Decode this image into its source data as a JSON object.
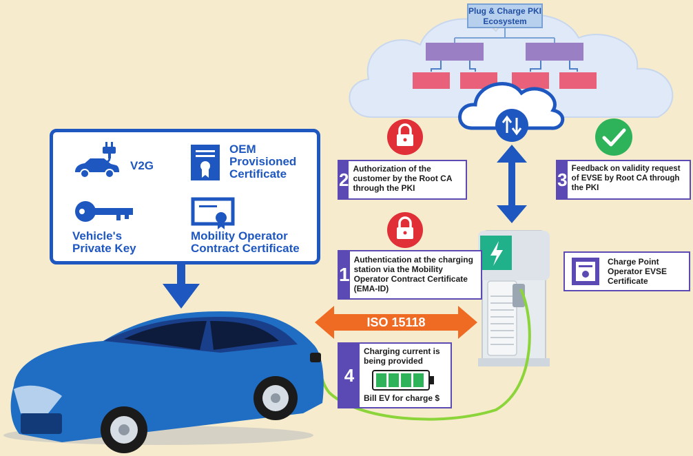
{
  "cloud": {
    "title": "Plug & Charge PKI Ecosystem"
  },
  "vehicle_box": {
    "items": [
      {
        "label": "V2G",
        "icon": "ev-charging-car-icon"
      },
      {
        "label": "OEM Provisioned Certificate",
        "icon": "certificate-icon"
      },
      {
        "label": "Vehicle's Private Key",
        "icon": "key-icon"
      },
      {
        "label": "Mobility Operator Contract Certificate",
        "icon": "certificate-ribbon-icon"
      }
    ]
  },
  "steps": [
    {
      "number": "1",
      "text": "Authentication at the charging station via the Mobility Operator Contract Certificate (EMA-ID)",
      "icon": "lock-icon"
    },
    {
      "number": "2",
      "text": "Authorization of the customer by the Root CA through the PKI",
      "icon": "lock-icon"
    },
    {
      "number": "3",
      "text": "Feedback on validity request of EVSE by Root CA through the PKI",
      "icon": "check-icon"
    },
    {
      "number": "4",
      "text": "Charging current is being provided",
      "footer": "Bill EV for charge $",
      "icon": "battery-icon"
    }
  ],
  "charge_point_box": {
    "text": "Charge Point Operator EVSE Certificate",
    "icon": "certificate-icon"
  },
  "protocol": {
    "label": "ISO 15118"
  },
  "colors": {
    "background": "#f6eccd",
    "primary_blue": "#1e57c0",
    "step_purple": "#5b4ab3",
    "lock_red": "#e02f36",
    "check_green": "#2fb35a",
    "iso_orange": "#ef6a23",
    "pki_purple": "#9b7fc4",
    "pki_red": "#e8607a"
  }
}
